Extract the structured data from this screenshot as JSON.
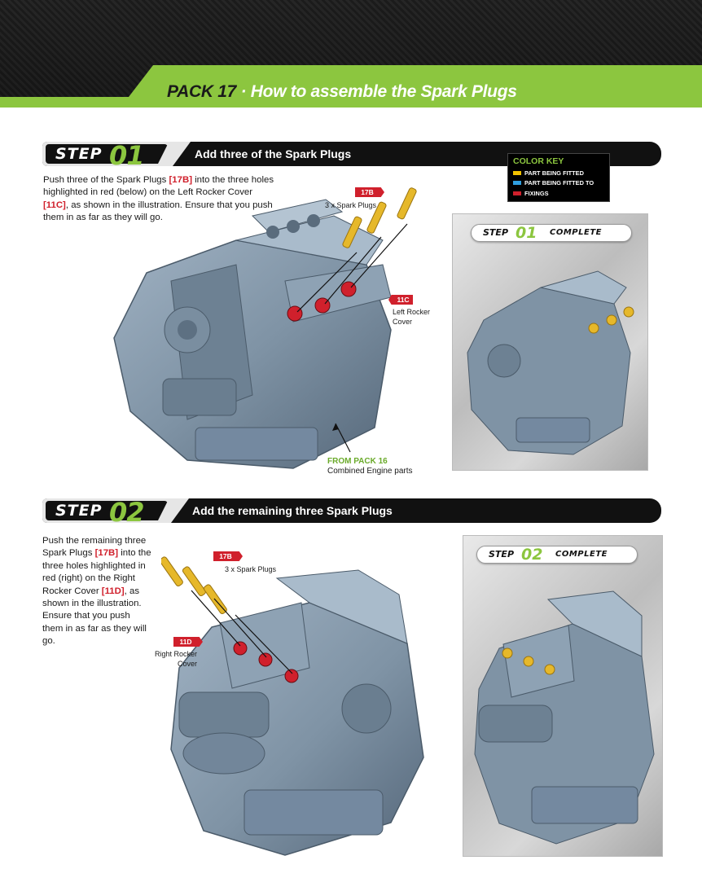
{
  "header": {
    "pack_label": "PACK 17",
    "title_rest": " · How to assemble the Spark Plugs"
  },
  "step1": {
    "step_word": "STEP",
    "step_num": "01",
    "title": "Add three of the Spark Plugs",
    "text_parts": [
      "Push three of the Spark Plugs ",
      "[17B]",
      " into the three holes highlighted in red (below) on the Left Rocker Cover ",
      "[11C]",
      ", as shown in the illustration. Ensure that you push them in as far as they will go."
    ],
    "tag_plugs": "17B",
    "label_plugs": "3 x Spark Plugs",
    "tag_cover": "11C",
    "label_cover_line1": "Left Rocker",
    "label_cover_line2": "Cover",
    "from_pack_title": "FROM PACK 16",
    "from_pack_sub": "Combined Engine parts",
    "complete_step": "STEP",
    "complete_num": "01",
    "complete_word": "COMPLETE"
  },
  "color_key": {
    "title": "COLOR KEY",
    "items": [
      {
        "label": "PART BEING FITTED",
        "color": "#f2c200"
      },
      {
        "label": "PART BEING FITTED TO",
        "color": "#2f9fe0"
      },
      {
        "label": "FIXINGS",
        "color": "#d0202c"
      }
    ]
  },
  "step2": {
    "step_word": "STEP",
    "step_num": "02",
    "title": "Add the remaining three Spark Plugs",
    "text_parts": [
      "Push the remaining three Spark Plugs ",
      "[17B]",
      " into the three holes highlighted in red (right) on the Right Rocker Cover ",
      "[11D]",
      ", as shown in the illustration. Ensure that you push them in as far as they will go."
    ],
    "tag_plugs": "17B",
    "label_plugs": "3 x Spark Plugs",
    "tag_cover": "11D",
    "label_cover_line1": "Right Rocker",
    "label_cover_line2": "Cover",
    "complete_step": "STEP",
    "complete_num": "02",
    "complete_word": "COMPLETE"
  },
  "colors": {
    "accent_green": "#8cc63f",
    "reference_red": "#d0202c",
    "engine_blue": "#7f93a5"
  }
}
